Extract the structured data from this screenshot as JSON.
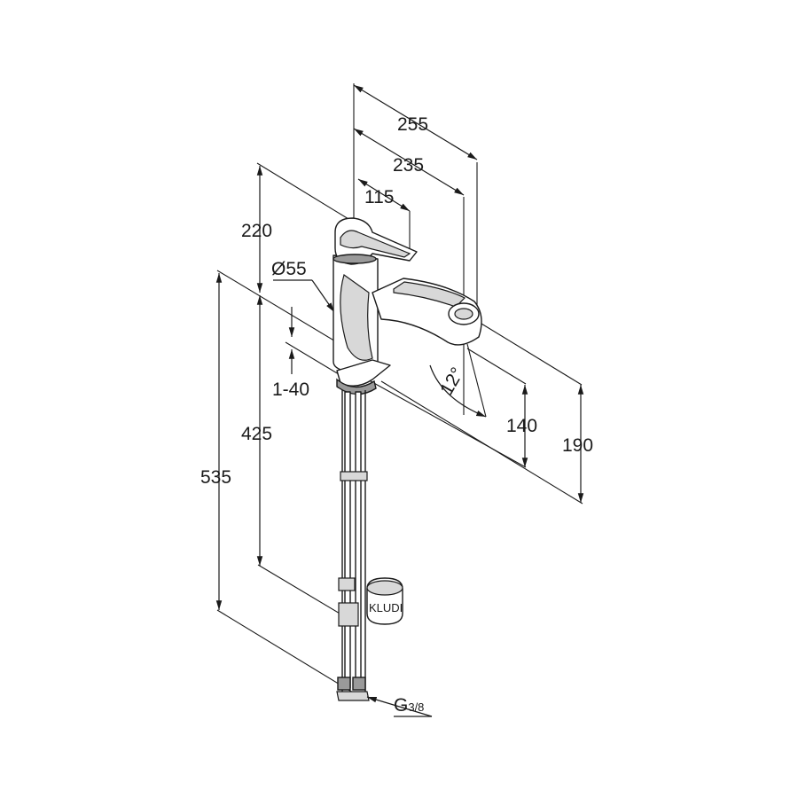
{
  "dimensions": {
    "d255": "255",
    "d235": "235",
    "d115": "115",
    "d220": "220",
    "diameter": "Ø55",
    "range": "1-40",
    "d425": "425",
    "d535": "535",
    "angle": "12°",
    "d140": "140",
    "d190": "190",
    "thread_main": "G",
    "thread_frac": "3/8"
  },
  "colors": {
    "line": "#1a1a1a",
    "background": "#ffffff"
  }
}
